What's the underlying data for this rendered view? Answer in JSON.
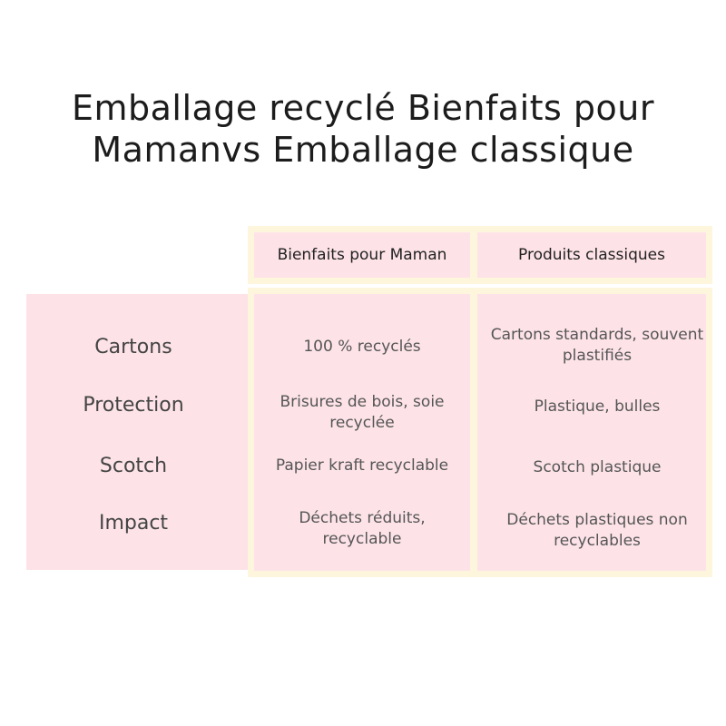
{
  "title_lines": [
    "Emballage recyclé Bienfaits pour",
    "Mamanvs Emballage classique"
  ],
  "columns": [
    "Bienfaits pour Maman",
    "Produits classiques"
  ],
  "rows": [
    {
      "label": "Cartons",
      "values": [
        "100 % recyclés",
        "Cartons standards, souvent plastifiés"
      ]
    },
    {
      "label": "Protection",
      "values": [
        "Brisures de bois, soie recyclée",
        "Plastique, bulles"
      ]
    },
    {
      "label": "Scotch",
      "values": [
        "Papier kraft recyclable",
        "Scotch plastique"
      ]
    },
    {
      "label": "Impact",
      "values": [
        "Déchets réduits, recyclable",
        "Déchets plastiques non recyclables"
      ]
    }
  ],
  "colors": {
    "pink": "#fde3e8",
    "cream": "#fdf6dd"
  }
}
